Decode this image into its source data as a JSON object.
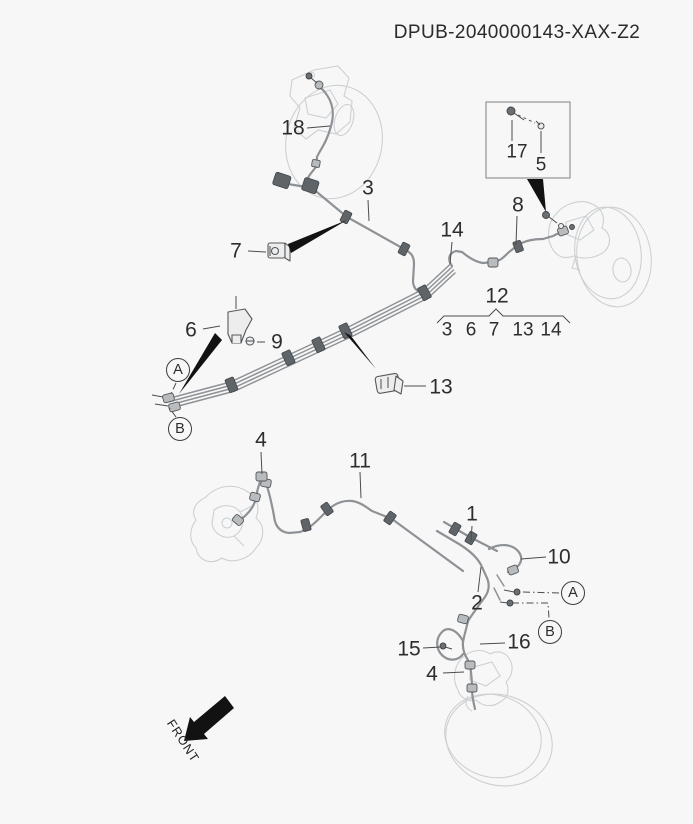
{
  "doc_code": "DPUB-2040000143-XAX-Z2",
  "callouts": {
    "p1": "1",
    "p2": "2",
    "p3": "3",
    "p4_front": "4",
    "p4_rear": "4",
    "p5": "5",
    "p6": "6",
    "p7": "7",
    "p8": "8",
    "p9": "9",
    "p10": "10",
    "p11": "11",
    "p13": "13",
    "p14": "14",
    "p15": "15",
    "p16": "16",
    "p17": "17",
    "p18": "18"
  },
  "group12": {
    "label": "12",
    "items": [
      "3",
      "6",
      "7",
      "13",
      "14"
    ]
  },
  "view_markers": {
    "a_upper": "A",
    "b_upper": "B",
    "a_lower": "A",
    "b_lower": "B"
  },
  "front_arrow": {
    "label": "FRONT"
  },
  "colors": {
    "background": "#f7f7f7",
    "ink": "#2d2d2d",
    "pipe_gray": "#8e9296",
    "ghost_gray": "#cdd0d2",
    "black": "#121212"
  }
}
